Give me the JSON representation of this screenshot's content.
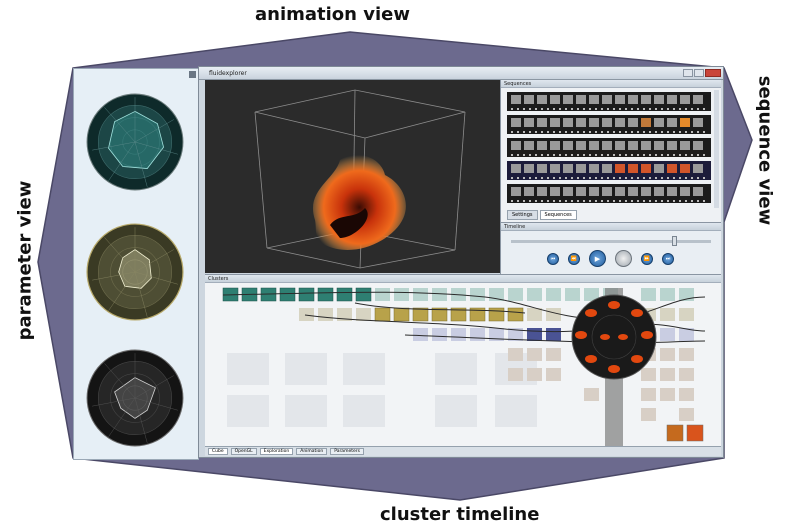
{
  "labels": {
    "top": "animation view",
    "right": "sequence view",
    "bottom": "cluster timeline",
    "left": "parameter view"
  },
  "window": {
    "title": "fluidexplorer"
  },
  "panels": {
    "sequence_header": "Sequences",
    "timeline_header": "Timeline",
    "clusters_header": "Clusters"
  },
  "sequence_tabs": [
    "Settings",
    "Sequences"
  ],
  "cluster_tabs": [
    "Cube",
    "OpenGL",
    "Exploration",
    "Animation",
    "Parameters"
  ],
  "colors": {
    "callout_fill": "#6c6a8e",
    "teal": "#2e7f72",
    "fire": "#e2480f"
  },
  "icons": {
    "controls": [
      "skip-back-icon",
      "rewind-icon",
      "play-icon",
      "stop-icon",
      "fast-forward-icon",
      "skip-forward-icon"
    ]
  }
}
